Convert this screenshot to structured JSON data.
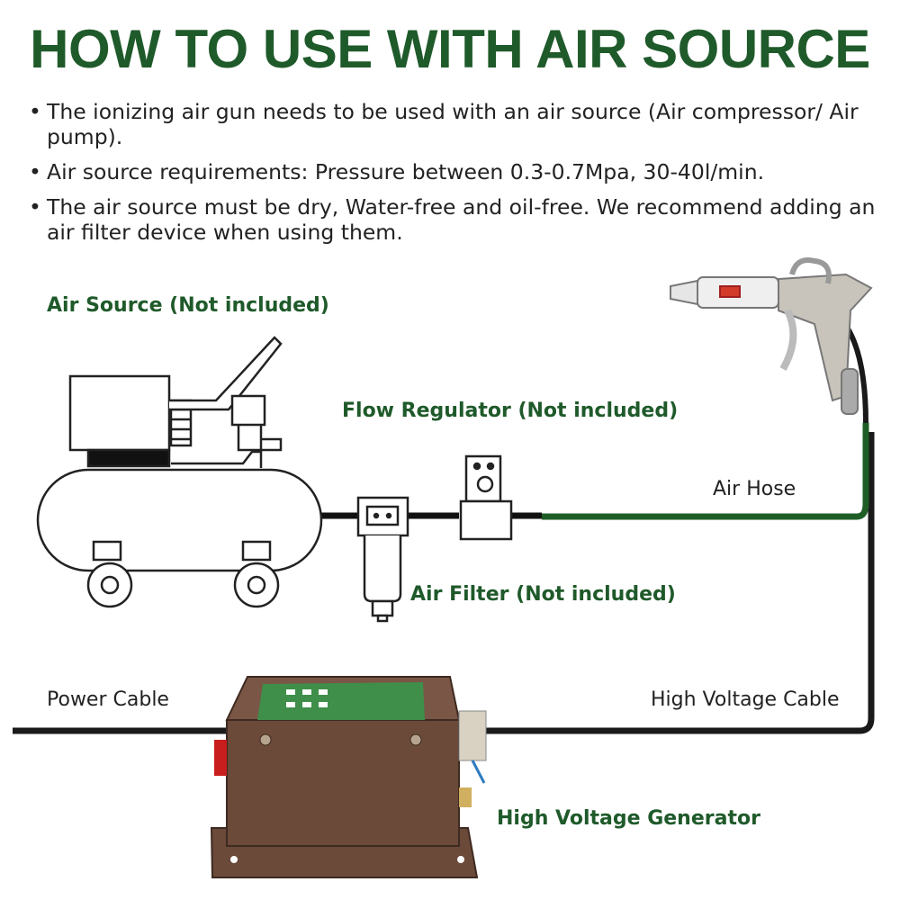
{
  "colors": {
    "title_green": "#1f5a2a",
    "label_green": "#1f5a2a",
    "hose_green": "#1e5e26",
    "generator_body": "#6b4a3a",
    "generator_panel": "#3f8f4a",
    "cable": "#1a1a1a"
  },
  "title": "HOW TO USE WITH AIR SOURCE",
  "bullets": [
    "The ionizing air gun needs to be used with an air source (Air compressor/ Air pump).",
    "Air source requirements: Pressure between 0.3-0.7Mpa, 30-40l/min.",
    "The air source must be dry, Water-free and oil-free. We recommend adding an air filter device when using them."
  ],
  "labels": {
    "air_source": "Air Source (Not included)",
    "flow_regulator": "Flow Regulator (Not included)",
    "air_hose": "Air Hose",
    "air_filter": "Air Filter (Not included)",
    "power_cable": "Power Cable",
    "high_voltage_cable": "High Voltage Cable",
    "high_voltage_generator": "High Voltage Generator"
  },
  "icons": [
    "air-compressor-icon",
    "air-filter-icon",
    "flow-regulator-icon",
    "ionizing-air-gun-icon",
    "high-voltage-generator-icon"
  ]
}
